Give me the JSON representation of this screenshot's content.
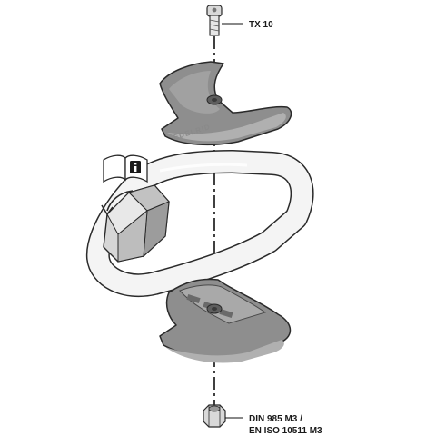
{
  "labels": {
    "screw_label": "TX 10",
    "nut_label_line1": "DIN 985 M3 /",
    "nut_label_line2": "EN ISO 10511 M3",
    "brand": "EDELRID"
  },
  "icons": {
    "manual": "book-info-icon",
    "rotate": "rotate-arrow-icon"
  },
  "colors": {
    "part_fill": "#8e8e8e",
    "part_light": "#b5b5b5",
    "part_dark": "#5e5e5e",
    "ring_fill": "#f4f4f4",
    "outline": "#2a2a2a"
  }
}
